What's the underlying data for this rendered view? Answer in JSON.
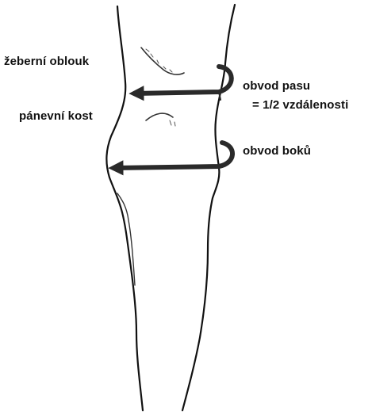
{
  "labels": {
    "rib_arch": "žeberní oblouk",
    "pelvic_bone": "pánevní kost",
    "waist_circumference": "obvod pasu",
    "waist_note": "= 1/2 vzdálenosti",
    "hip_circumference": "obvod boků"
  },
  "colors": {
    "ink": "#111111",
    "arrow": "#2a2a2a",
    "background": "#ffffff"
  }
}
